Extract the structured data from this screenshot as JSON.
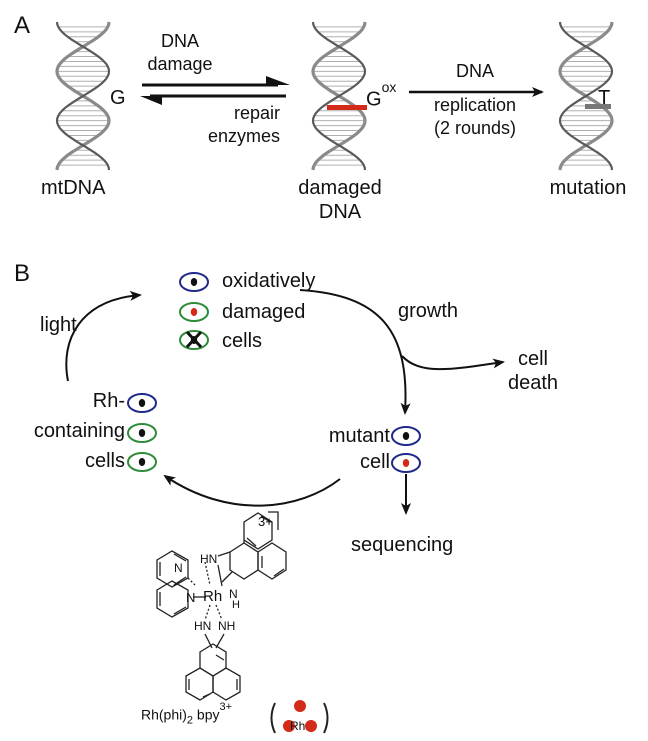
{
  "panel_a": {
    "label": "A",
    "left_dna_base": "G",
    "left_dna_label": "mtDNA",
    "arrow_forward_label": [
      "DNA",
      "damage"
    ],
    "arrow_reverse_label": [
      "repair",
      "enzymes"
    ],
    "middle_dna_base": "G",
    "middle_dna_base_sup": "ox",
    "middle_dna_label": [
      "damaged",
      "DNA"
    ],
    "arrow_replication_label": [
      "DNA",
      "replication",
      "(2 rounds)"
    ],
    "right_dna_base": "T",
    "right_dna_label": "mutation"
  },
  "panel_b": {
    "label": "B",
    "top_group": [
      "oxidatively",
      "damaged",
      "cells"
    ],
    "light_label": "light",
    "growth_label": "growth",
    "death_label": [
      "cell",
      "death"
    ],
    "mutant_label": [
      "mutant",
      "cell"
    ],
    "sequencing_label": "sequencing",
    "rh_label": [
      "Rh-",
      "containing",
      "cells"
    ],
    "complex_charge": "3+",
    "complex_name": "Rh(phi)",
    "complex_name_sub": "2",
    "complex_name_bpy": " bpy",
    "complex_name_charge": "3+",
    "complex_symbol": "Rh",
    "complex_atoms": {
      "rh": "Rh",
      "n_left": "N",
      "n_bpy_top": "N",
      "hn_top": "HN",
      "n_h_right": "N",
      "h_right": "H",
      "hn_bottom_left": "HN",
      "nh_bottom_right": "NH"
    }
  },
  "colors": {
    "cell_blue": "#1f2a8a",
    "cell_green": "#2e8b3a",
    "damage_red": "#d42a1a",
    "nucleus": "#111111",
    "arrow": "#111111",
    "dna": "#8a8a8a"
  }
}
